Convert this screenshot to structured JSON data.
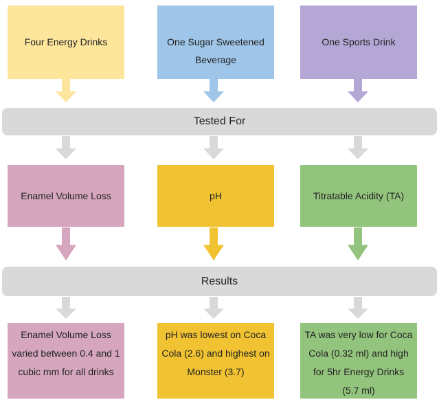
{
  "colors": {
    "yellow_light": "#fde59c",
    "blue": "#9fc5e8",
    "purple": "#b4a7d6",
    "gray": "#d9d9d9",
    "pink": "#d5a6bd",
    "gold": "#f1c232",
    "green": "#93c47d"
  },
  "sources": [
    "Four Energy Drinks",
    "One Sugar Sweetened Beverage",
    "One Sports Drink"
  ],
  "tested_for_label": "Tested For",
  "tests": [
    "Enamel Volume Loss",
    "pH",
    "Titratable Acidity (TA)"
  ],
  "results_label": "Results",
  "results": [
    "Enamel Volume Loss varied between 0.4 and 1 cubic mm for all drinks",
    "pH was lowest on Coca Cola (2.6) and highest on Monster (3.7)",
    "TA was very low for Coca Cola (0.32 ml) and high for 5hr Energy Drinks (5.7 ml)"
  ]
}
